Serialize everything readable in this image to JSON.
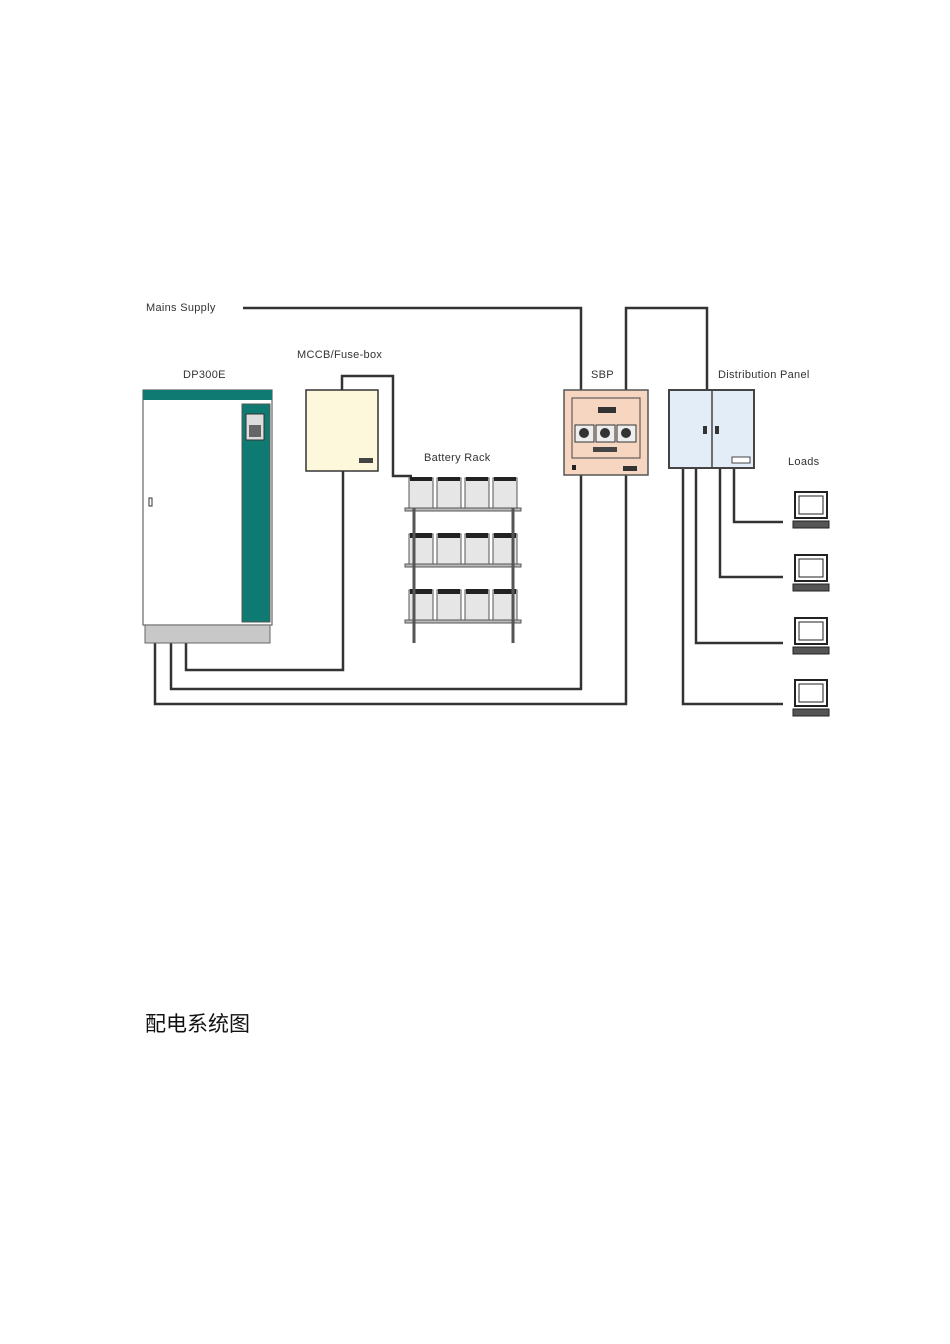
{
  "diagram": {
    "labels": {
      "mains": "Mains Supply",
      "ups": "DP300E",
      "mccb": "MCCB/Fuse-box",
      "battery": "Battery Rack",
      "sbp": "SBP",
      "panel": "Distribution Panel",
      "loads": "Loads"
    },
    "colors": {
      "ups_accent": "#0f7a72",
      "mccb": "#fdf8dc",
      "sbp": "#f6d6c0",
      "panel": "#e2edf7"
    }
  },
  "caption": "配电系统图"
}
